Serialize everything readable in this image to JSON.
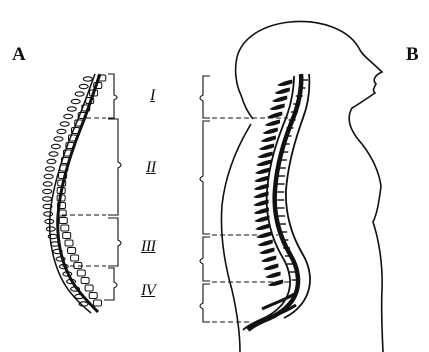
{
  "figure": {
    "panels": [
      {
        "id": "A",
        "label": "A"
      },
      {
        "id": "B",
        "label": "B"
      }
    ],
    "regions": [
      {
        "id": "I",
        "label": "I"
      },
      {
        "id": "II",
        "label": "II"
      },
      {
        "id": "III",
        "label": "III"
      },
      {
        "id": "IV",
        "label": "IV"
      }
    ],
    "colors": {
      "ink": "#111111",
      "background": "#ffffff"
    }
  }
}
